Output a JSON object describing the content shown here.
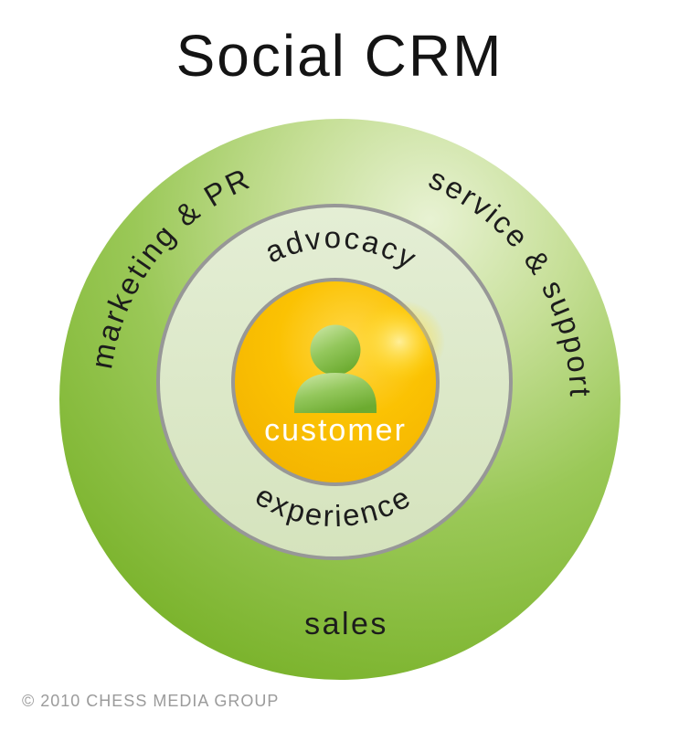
{
  "title": "Social CRM",
  "diagram": {
    "rings": {
      "outer": {
        "labels": {
          "marketing": "marketing & PR",
          "service": "service & support",
          "sales": "sales"
        },
        "color_light": "#e6f1cf",
        "color_dark": "#7cb42e"
      },
      "middle": {
        "labels": {
          "advocacy": "advocacy",
          "experience": "experience"
        },
        "fill": "#dce8c9",
        "border": "#979797"
      },
      "center": {
        "label": "customer",
        "fill": "#f8bb00",
        "highlight": "#ffe87f",
        "border": "#979797",
        "icon": "person-icon",
        "icon_color": "#8cc455"
      }
    },
    "text_color": "#1c1c1c"
  },
  "footer": {
    "copyright": "© 2010 CHESS MEDIA GROUP"
  }
}
